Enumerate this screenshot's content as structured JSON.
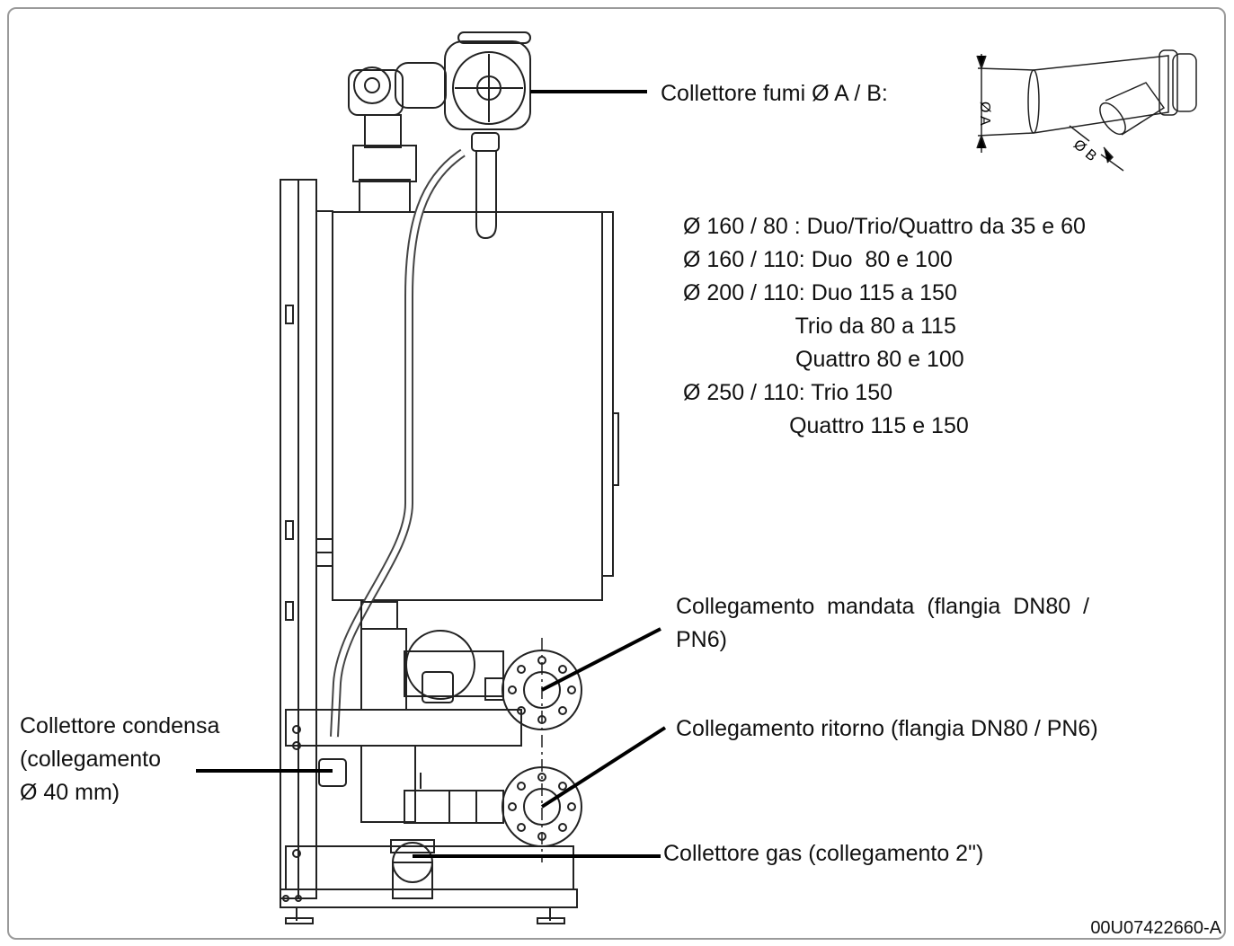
{
  "labels": {
    "flue": "Collettore fumi Ø A / B:",
    "flow_l1": "Collegamento  mandata  (flangia  DN80  /",
    "flow_l2": "PN6)",
    "return": "Collegamento ritorno (flangia DN80 / PN6)",
    "gas": "Collettore gas (collegamento 2\")",
    "cond_l1": "Collettore condensa",
    "cond_l2": "(collegamento",
    "cond_l3": "Ø 40 mm)"
  },
  "specs": [
    "Ø 160 / 80 : Duo/Trio/Quattro da 35 e 60",
    "Ø 160 / 110: Duo  80 e 100",
    "Ø 200 / 110: Duo 115 a 150",
    "                  Trio da 80 a 115",
    "                  Quattro 80 e 100",
    "Ø 250 / 110: Trio 150",
    "                 Quattro 115 e 150"
  ],
  "inset": {
    "dim_a": "Ø A",
    "dim_b": "Ø B"
  },
  "doc_ref": "00U07422660-A"
}
